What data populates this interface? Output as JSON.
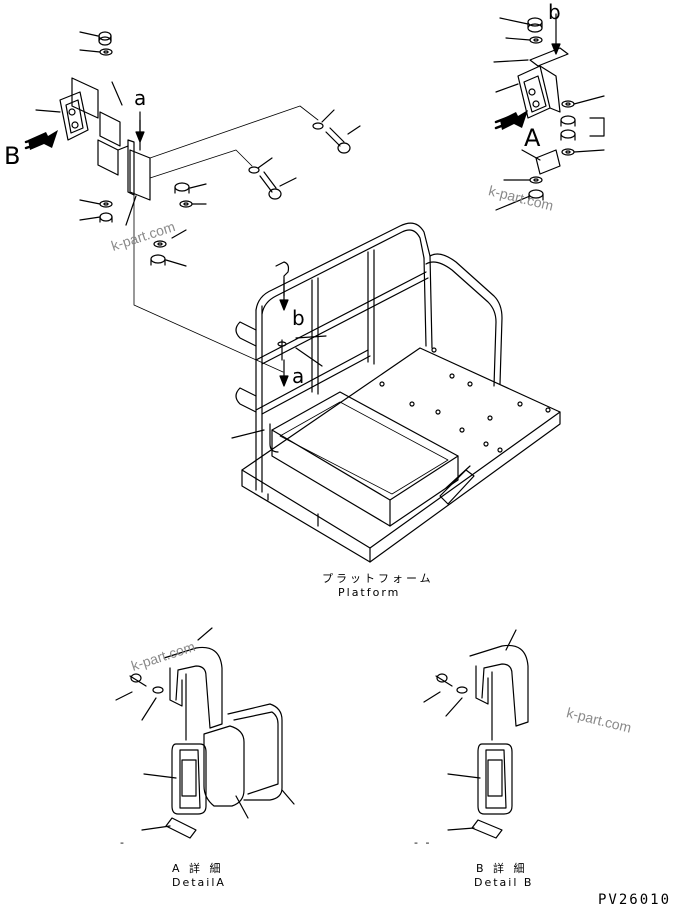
{
  "labels": {
    "platform_jp": "プラットフォーム",
    "platform_en": "Platform",
    "detail_a_jp": "A 詳 細",
    "detail_a_en": "DetailA",
    "detail_b_jp": "B 詳 細",
    "detail_b_en": "Detail B",
    "view_a": "A",
    "view_b": "B",
    "callout_a_top": "a",
    "callout_b_top": "b",
    "callout_b_rail": "b",
    "callout_a_rail": "a",
    "drawing_code": "PV26010",
    "dash_a": "-",
    "dash_b": "- -"
  },
  "watermarks": [
    "k-part.com",
    "k-part.com",
    "k-part.com",
    "k-part.com"
  ]
}
